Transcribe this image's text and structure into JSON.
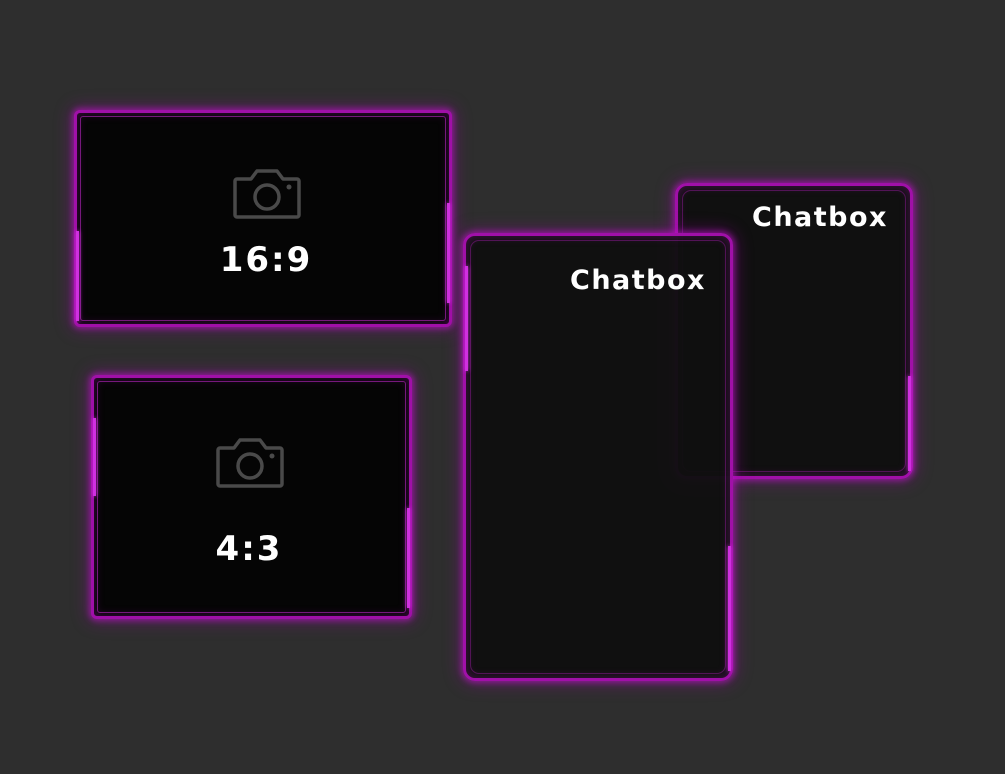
{
  "camera_cards": [
    {
      "ratio_label": "16:9",
      "icon": "camera-icon"
    },
    {
      "ratio_label": "4:3",
      "icon": "camera-icon"
    }
  ],
  "chatboxes": [
    {
      "title": "Chatbox"
    },
    {
      "title": "Chatbox"
    }
  ],
  "colors": {
    "background": "#2e2e2e",
    "card_fill": "#050505",
    "glow_border": "#a010a8",
    "icon_gray": "#4a4a4a",
    "text": "#ffffff"
  }
}
